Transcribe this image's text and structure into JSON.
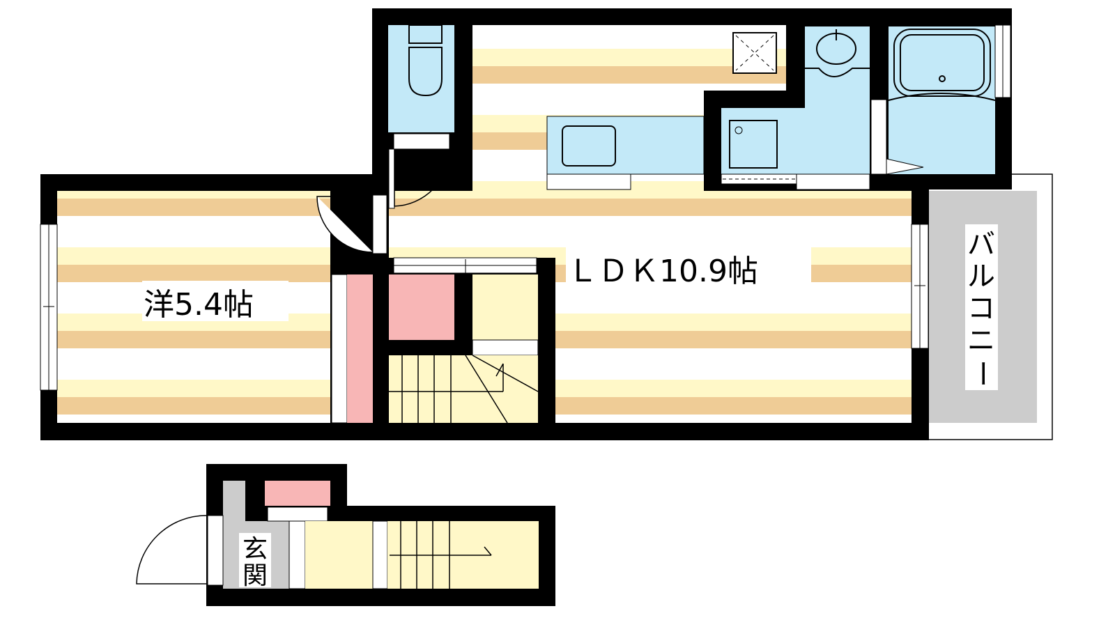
{
  "rooms": {
    "western": {
      "label": "洋5.4帖"
    },
    "ldk": {
      "label": "ＬＤＫ10.9帖"
    },
    "balcony": {
      "label_chars": [
        "バ",
        "ル",
        "コ",
        "ニ",
        "ー"
      ]
    },
    "entrance": {
      "label_chars": [
        "玄",
        "関"
      ]
    }
  },
  "colors": {
    "wall": "#000000",
    "floor_light": "#fff8c8",
    "floor_dark": "#efcc96",
    "wet_area": "#c3e9f8",
    "storage": "#f8b6b6",
    "balcony": "#cccccc",
    "stairs": "#fff8c8"
  }
}
